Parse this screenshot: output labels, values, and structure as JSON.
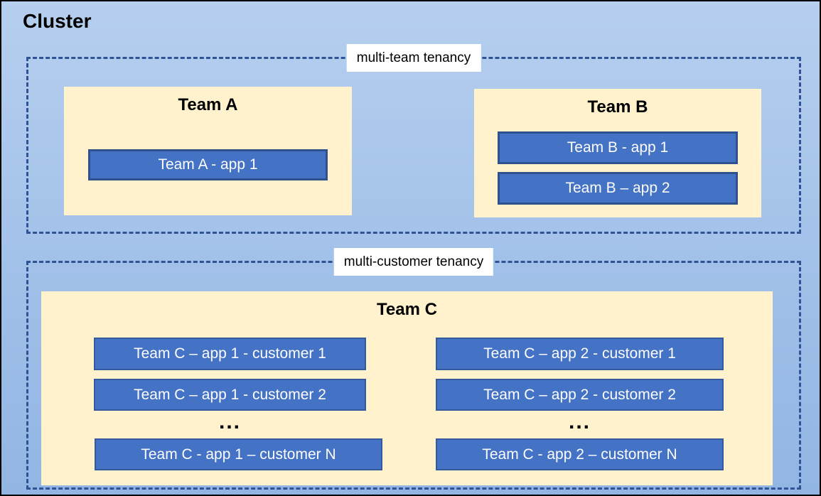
{
  "title": "Cluster",
  "colors": {
    "background_top": "#B6CFEF",
    "background_bottom": "#92B5E3",
    "dashed_border": "#2F5496",
    "panel_fill": "#FFF2CC",
    "app_fill": "#4472C4",
    "app_border": "#2F528F",
    "app_text": "#FFFFFF",
    "label_background": "#FFFFFF",
    "text": "#000000"
  },
  "sections": {
    "multi_team": {
      "label": "multi-team tenancy"
    },
    "multi_customer": {
      "label": "multi-customer tenancy"
    }
  },
  "team_a": {
    "title": "Team A",
    "apps": [
      "Team A - app 1"
    ]
  },
  "team_b": {
    "title": "Team B",
    "apps": [
      "Team B - app 1",
      "Team B – app 2"
    ]
  },
  "team_c": {
    "title": "Team C",
    "ellipsis": "...",
    "columns": [
      {
        "apps": [
          "Team C – app 1 - customer 1",
          "Team C – app 1 - customer 2"
        ],
        "last_app": "Team C - app 1 – customer N"
      },
      {
        "apps": [
          "Team C – app 2 - customer 1",
          "Team C – app 2 - customer 2"
        ],
        "last_app": "Team C - app 2 – customer N"
      }
    ]
  }
}
